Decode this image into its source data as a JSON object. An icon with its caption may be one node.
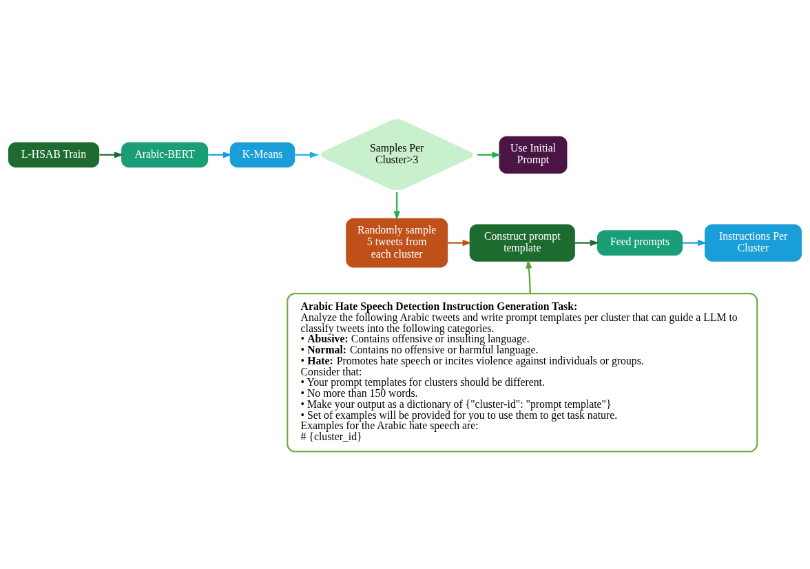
{
  "diagram": {
    "nodes": [
      {
        "text": [
          "L-HSAB Train"
        ]
      },
      {
        "text": [
          "Arabic-BERT"
        ]
      },
      {
        "text": [
          "K-Means"
        ]
      },
      {
        "text": [
          "Samples Per Cluster>3"
        ]
      },
      {
        "text": [
          "Use Initial Prompt"
        ]
      },
      {
        "text": [
          "Randomly sample 5 tweets from each cluster"
        ]
      },
      {
        "text": [
          "Construct prompt template"
        ]
      },
      {
        "text": [
          "Feed prompts"
        ]
      },
      {
        "text": [
          "Instructions Per Cluster"
        ]
      },
      {
        "text": [
          "**Arabic Hate Speech Detection Instruction Generation Task:**",
          "Analyze the following Arabic tweets and write prompt templates per cluster that can guide a LLM to classify tweets into the following categories.",
          "• **Abusive:** Contains offensive or insulting language.",
          "• **Normal:** Contains no offensive or harmful language.",
          "• **Hate:** Promotes hate speech or incites violence against individuals or groups.",
          "Consider that:",
          "• Your prompt templates for clusters should be different.",
          "• No more than 150 words.",
          "• Make your output as a dictionary of {\"cluster-id\": \"prompt template\"}",
          "• Set of examples will be provided for you to use them to get task nature.",
          "Examples for the Arabic hate speech are:",
          "# {cluster_id}"
        ]
      }
    ],
    "edges": [
      {
        "from": 0,
        "to": 1,
        "arrow": "to",
        "color": "#1e6b30"
      },
      {
        "from": 1,
        "to": 2,
        "arrow": "to",
        "color": "#1a9ed8"
      },
      {
        "from": 2,
        "to": 3,
        "arrow": "to",
        "color": "#1ab0e8"
      },
      {
        "from": 3,
        "to": 4,
        "arrow": "to",
        "color": "#1fb050"
      },
      {
        "from": 3,
        "to": 5,
        "arrow": "to",
        "color": "#1fb050"
      },
      {
        "from": 5,
        "to": 6,
        "arrow": "to",
        "color": "#c0501a"
      },
      {
        "from": 6,
        "to": 7,
        "arrow": "to",
        "color": "#1e6b30"
      },
      {
        "from": 7,
        "to": 8,
        "arrow": "to",
        "color": "#1a9ed8"
      },
      {
        "from": 9,
        "to": 6,
        "arrow": "to",
        "color": "#5aa532"
      }
    ]
  }
}
